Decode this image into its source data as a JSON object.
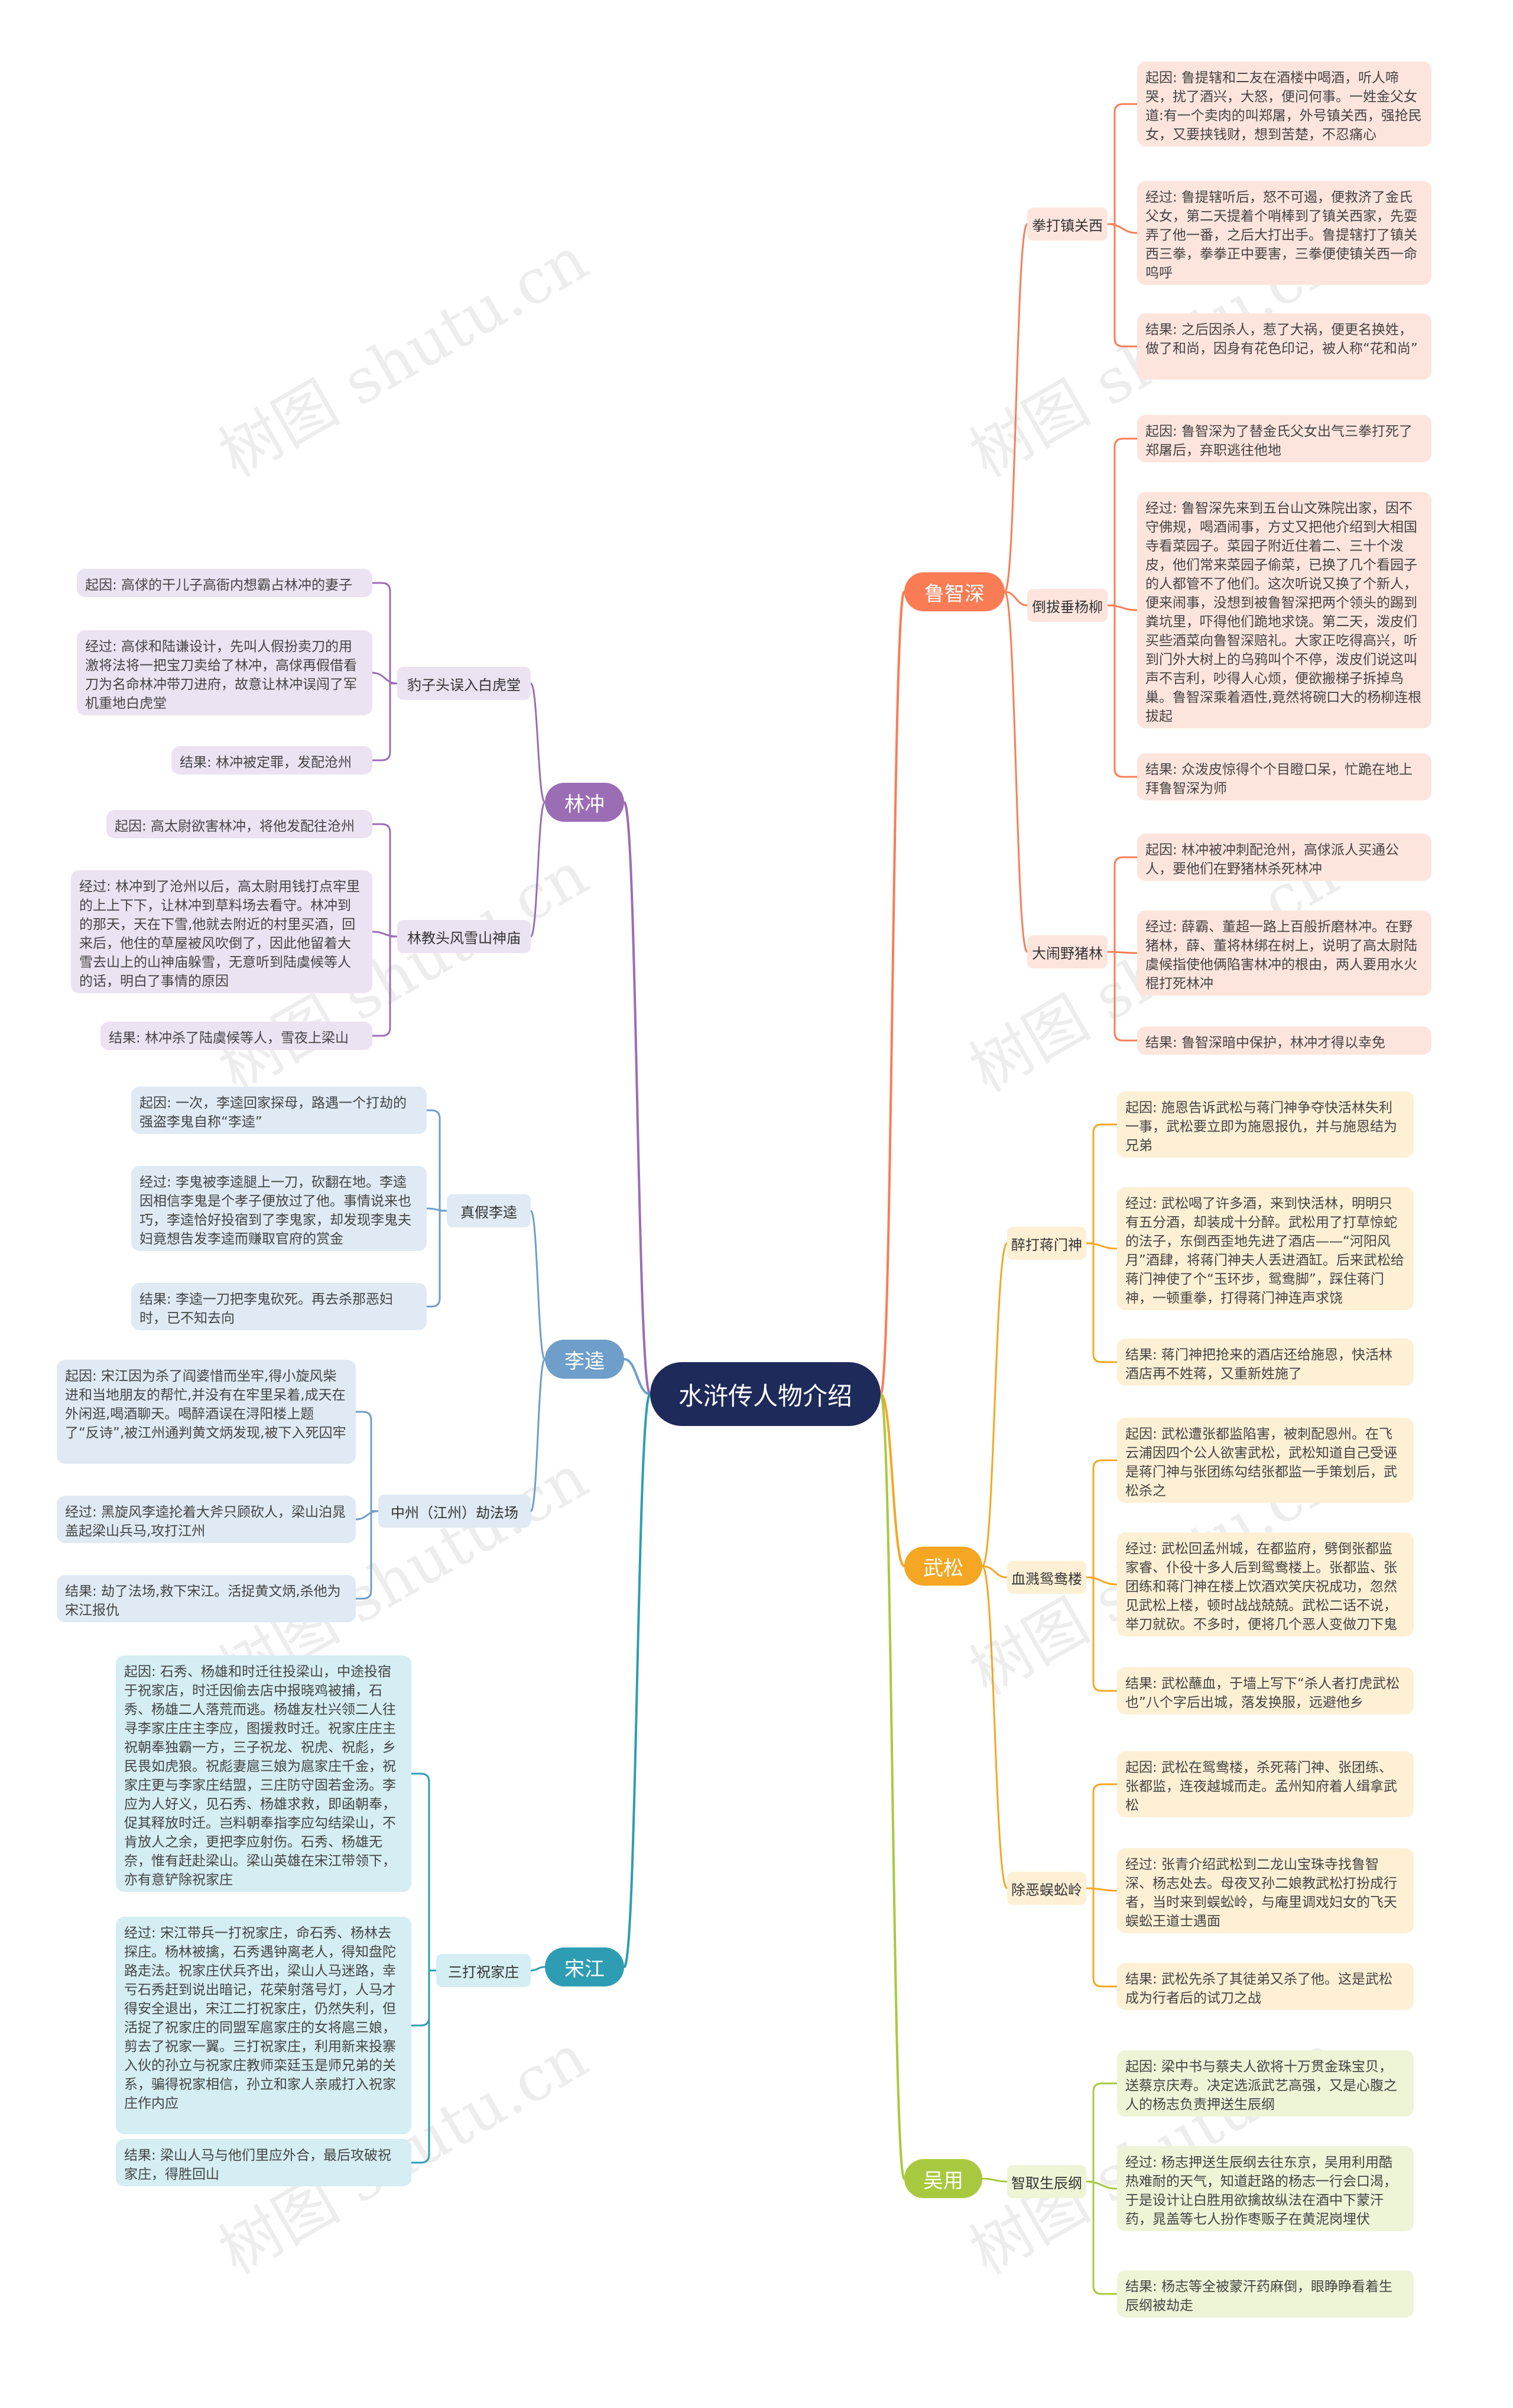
{
  "root": "水浒传人物介绍",
  "colors": {
    "lu": "#fa7c55",
    "wu": "#f5a623",
    "wy": "#a8c93f",
    "lin": "#9b6db5",
    "li": "#6e9ec9",
    "song": "#2e9db3"
  },
  "watermark": "树图 shutu.cn",
  "branches": {
    "lu": {
      "label": "鲁智深",
      "subs": [
        {
          "label": "拳打镇关西",
          "leaves": [
            "起因: 鲁提辖和二友在酒楼中喝酒，听人啼哭，扰了酒兴，大怒，便问何事。一姓金父女道:有一个卖肉的叫郑屠，外号镇关西，强抢民女，又要挟钱财，想到苦楚，不忍痛心",
            "经过: 鲁提辖听后，怒不可遏，便救济了金氏父女，第二天提着个哨棒到了镇关西家，先耍弄了他一番，之后大打出手。鲁提辖打了镇关西三拳，拳拳正中要害，三拳便使镇关西一命呜呼",
            "结果: 之后因杀人，惹了大祸，便更名换姓，做了和尚，因身有花色印记，被人称“花和尚”"
          ]
        },
        {
          "label": "倒拔垂杨柳",
          "leaves": [
            "起因: 鲁智深为了替金氏父女出气三拳打死了郑屠后，弃职逃往他地",
            "经过: 鲁智深先来到五台山文殊院出家，因不守佛规，喝酒闹事，方丈又把他介绍到大相国寺看菜园子。菜园子附近住着二、三十个泼皮，他们常来菜园子偷菜，已换了几个看园子的人都管不了他们。这次听说又换了个新人，便来闹事，没想到被鲁智深把两个领头的踢到粪坑里，吓得他们跪地求饶。第二天，泼皮们买些酒菜向鲁智深赔礼。大家正吃得高兴，听到门外大树上的乌鸦叫个不停，泼皮们说这叫声不吉利，吵得人心烦，便欲搬梯子拆掉鸟巢。鲁智深乘着酒性,竟然将碗口大的杨柳连根拔起",
            "结果: 众泼皮惊得个个目瞪口呆，忙跪在地上拜鲁智深为师"
          ]
        },
        {
          "label": "大闹野猪林",
          "leaves": [
            "起因: 林冲被冲刺配沧州，高俅派人买通公人，要他们在野猪林杀死林冲",
            "经过: 薛霸、董超一路上百般折磨林冲。在野猪林，薛、董将林绑在树上，说明了高太尉陆虞候指使他俩陷害林冲的根由，两人要用水火棍打死林冲",
            "结果: 鲁智深暗中保护，林冲才得以幸免"
          ]
        }
      ]
    },
    "wu": {
      "label": "武松",
      "subs": [
        {
          "label": "醉打蒋门神",
          "leaves": [
            "起因: 施恩告诉武松与蒋门神争夺快活林失利一事，武松要立即为施恩报仇，并与施恩结为兄弟",
            "经过: 武松喝了许多酒，来到快活林，明明只有五分酒，却装成十分醉。武松用了打草惊蛇的法子，东倒西歪地先进了酒店——“河阳风月”酒肆，将蒋门神夫人丢进酒缸。后来武松给蒋门神使了个“玉环步，鸳鸯脚”，踩住蒋门神，一顿重拳，打得蒋门神连声求饶",
            "结果: 蒋门神把抢来的酒店还给施恩，快活林酒店再不姓蒋，又重新姓施了"
          ]
        },
        {
          "label": "血溅鸳鸯楼",
          "leaves": [
            "起因: 武松遭张都监陷害，被刺配恩州。在飞云浦因四个公人欲害武松，武松知道自己受诬是蒋门神与张团练勾结张都监一手策划后，武松杀之",
            "经过: 武松回孟州城，在都监府，劈倒张都监家睿、仆役十多人后到鸳鸯楼上。张都监、张团练和蒋门神在楼上饮酒欢笑庆祝成功，忽然见武松上楼，顿时战战兢兢。武松二话不说，举刀就砍。不多时，便将几个恶人变做刀下鬼",
            "结果: 武松蘸血，于墙上写下“杀人者打虎武松也”八个字后出城，落发换服，远避他乡"
          ]
        },
        {
          "label": "除恶蜈蚣岭",
          "leaves": [
            "起因: 武松在鸳鸯楼，杀死蒋门神、张团练、张都监，连夜越城而走。孟州知府着人缉拿武松",
            "经过: 张青介绍武松到二龙山宝珠寺找鲁智深、杨志处去。母夜叉孙二娘教武松打扮成行者，当时来到蜈蚣岭，与庵里调戏妇女的飞天蜈蚣王道士遇面",
            "结果: 武松先杀了其徒弟又杀了他。这是武松成为行者后的试刀之战"
          ]
        }
      ]
    },
    "wy": {
      "label": "吴用",
      "subs": [
        {
          "label": "智取生辰纲",
          "leaves": [
            "起因: 梁中书与蔡夫人欲将十万贯金珠宝贝，送蔡京庆寿。决定选派武艺高强，又是心腹之人的杨志负责押送生辰纲",
            "经过: 杨志押送生辰纲去往东京，吴用利用酷热难耐的天气，知道赶路的杨志一行会口渴，于是设计让白胜用欲擒故纵法在酒中下蒙汗药，晁盖等七人扮作枣贩子在黄泥岗埋伏",
            "结果: 杨志等全被蒙汗药麻倒，眼睁睁看着生辰纲被劫走"
          ]
        }
      ]
    },
    "lin": {
      "label": "林冲",
      "subs": [
        {
          "label": "豹子头误入白虎堂",
          "leaves": [
            "起因: 高俅的干儿子高衙内想霸占林冲的妻子",
            "经过: 高俅和陆谦设计，先叫人假扮卖刀的用激将法将一把宝刀卖给了林冲，高俅再假借看刀为名命林冲带刀进府，故意让林冲误闯了军机重地白虎堂",
            "结果: 林冲被定罪，发配沧州"
          ]
        },
        {
          "label": "林教头风雪山神庙",
          "leaves": [
            "起因: 高太尉欲害林冲，将他发配往沧州",
            "经过: 林冲到了沧州以后，高太尉用钱打点牢里的上上下下，让林冲到草料场去看守。林冲到的那天，天在下雪,他就去附近的村里买酒，回来后，他住的草屋被风吹倒了，因此他留着大雪去山上的山神庙躲雪，无意听到陆虞候等人的话，明白了事情的原因",
            "结果: 林冲杀了陆虞候等人，雪夜上梁山"
          ]
        }
      ]
    },
    "li": {
      "label": "李逵",
      "subs": [
        {
          "label": "真假李逵",
          "leaves": [
            "起因: 一次，李逵回家探母，路遇一个打劫的强盗李鬼自称“李逵”",
            "经过: 李鬼被李逵腿上一刀，砍翻在地。李逵因相信李鬼是个孝子便放过了他。事情说来也巧，李逵恰好投宿到了李鬼家，却发现李鬼夫妇竟想告发李逵而赚取官府的赏金",
            "结果: 李逵一刀把李鬼砍死。再去杀那恶妇时，已不知去向"
          ]
        },
        {
          "label": "中州（江州）劫法场",
          "leaves": [
            "起因: 宋江因为杀了阎婆惜而坐牢,得小旋风柴进和当地朋友的帮忙,并没有在牢里呆着,成天在外闲逛,喝酒聊天。喝醉酒误在浔阳楼上题了“反诗”,被江州通判黄文炳发现,被下入死囚牢",
            "经过: 黑旋风李逵抡着大斧只顾砍人，梁山泊晁盖起梁山兵马,攻打江州",
            "结果: 劫了法场,救下宋江。活捉黄文炳,杀他为宋江报仇"
          ]
        }
      ]
    },
    "song": {
      "label": "宋江",
      "subs": [
        {
          "label": "三打祝家庄",
          "leaves": [
            "起因: 石秀、杨雄和时迁往投梁山，中途投宿于祝家店，时迁因偷去店中报晓鸡被捕，石秀、杨雄二人落荒而逃。杨雄友杜兴领二人往寻李家庄庄主李应，图援救时迁。祝家庄庄主祝朝奉独霸一方，三子祝龙、祝虎、祝彪，乡民畏如虎狼。祝彪妻扈三娘为扈家庄千金，祝家庄更与李家庄结盟，三庄防守固若金汤。李应为人好义，见石秀、杨雄求救，即函朝奉，促其释放时迁。岂料朝奉指李应勾结梁山，不肯放人之余，更把李应射伤。石秀、杨雄无奈，惟有赶赴梁山。梁山英雄在宋江带领下，亦有意铲除祝家庄",
            "经过: 宋江带兵一打祝家庄，命石秀、杨林去探庄。杨林被擒，石秀遇钟离老人，得知盘陀路走法。祝家庄伏兵齐出，梁山人马迷路，幸亏石秀赶到说出暗记，花荣射落号灯，人马才得安全退出，宋江二打祝家庄，仍然失利，但活捉了祝家庄的同盟军扈家庄的女将扈三娘，剪去了祝家一翼。三打祝家庄，利用新来投寨入伙的孙立与祝家庄教师栾廷玉是师兄弟的关系，骗得祝家相信，孙立和家人亲戚打入祝家庄作内应",
            "结果: 梁山人马与他们里应外合，最后攻破祝家庄，得胜回山"
          ]
        }
      ]
    }
  }
}
